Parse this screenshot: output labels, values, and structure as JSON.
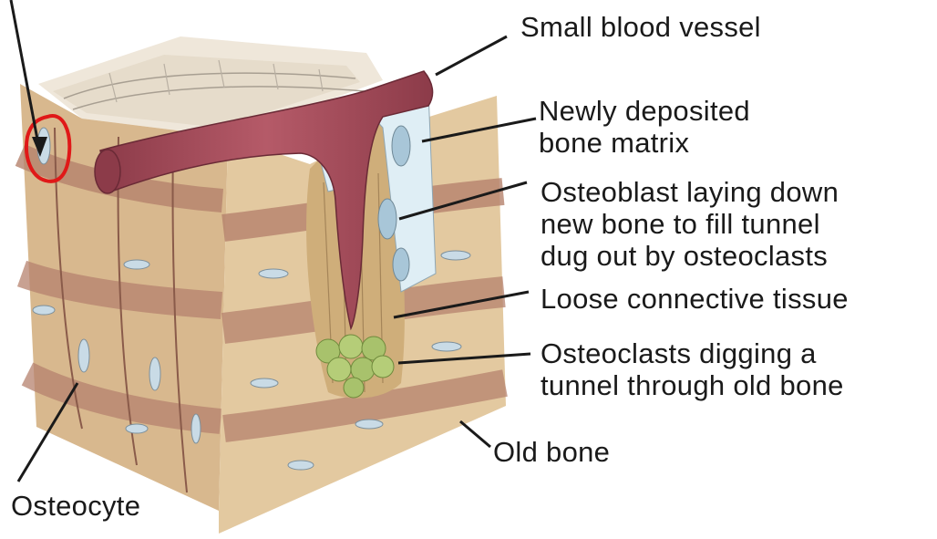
{
  "labels": {
    "small_blood_vessel": "Small blood vessel",
    "newly_deposited": [
      "Newly deposited",
      "bone matrix"
    ],
    "osteoblast": [
      "Osteoblast laying down",
      "new bone to fill tunnel",
      "dug out by osteoclasts"
    ],
    "loose_connective": "Loose connective tissue",
    "osteoclasts": [
      "Osteoclasts digging a",
      "tunnel through old bone"
    ],
    "old_bone": "Old bone",
    "osteocyte": "Osteocyte"
  },
  "colors": {
    "old_bone_light": "#e3c9a0",
    "old_bone_dark": "#b5826d",
    "blood_vessel": "#a9505f",
    "new_matrix": "#dfeef5",
    "osteoclast": "#a8c26c",
    "highlight_circle": "#e01818",
    "leader_line": "#1a1a1a"
  }
}
